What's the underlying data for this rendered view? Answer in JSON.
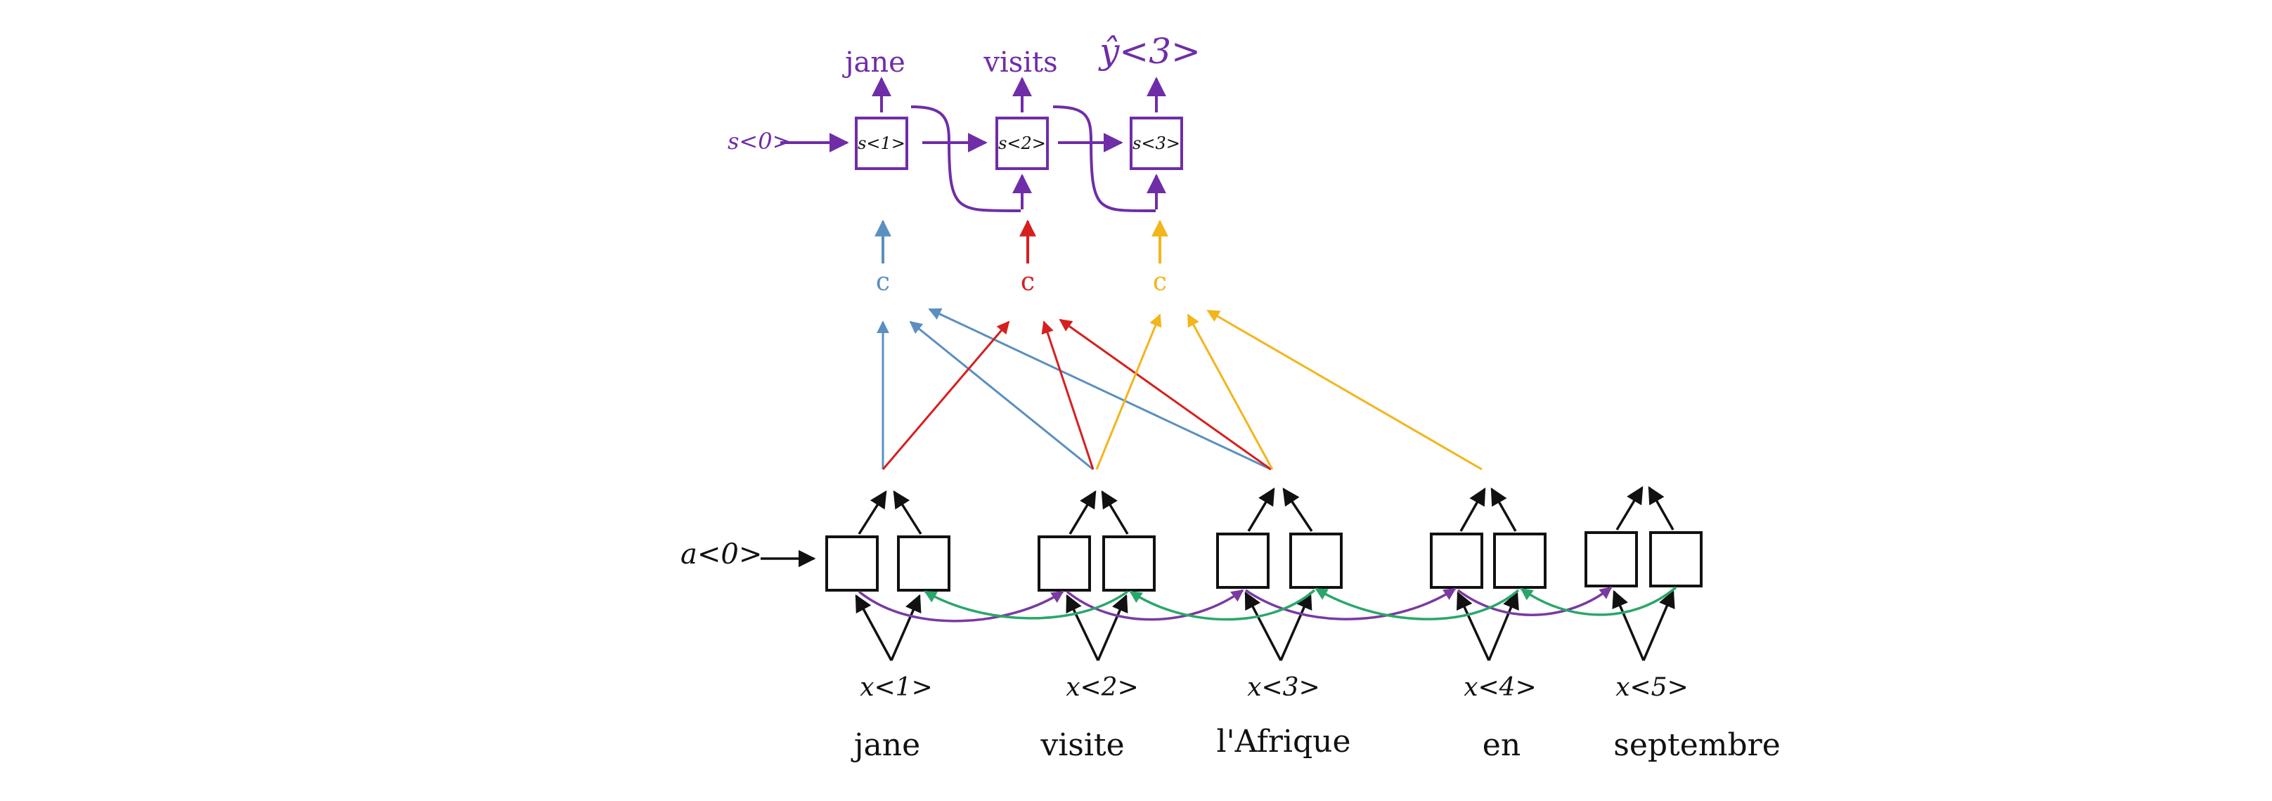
{
  "decoder": {
    "outputs": [
      "jane",
      "visits",
      "ŷ<3>"
    ],
    "initial_state": "s<0>",
    "states": [
      "s<1>",
      "s<2>",
      "s<3>"
    ],
    "contexts": [
      "c",
      "c",
      "c"
    ]
  },
  "encoder": {
    "initial_activation": "a<0>",
    "inputs": [
      "x<1>",
      "x<2>",
      "x<3>",
      "x<4>",
      "x<5>"
    ],
    "words": [
      "jane",
      "visite",
      "l'Afrique",
      "en",
      "septembre"
    ]
  },
  "colors": {
    "decoder": "#6f2da8",
    "context_1": "#5b8fc0",
    "context_2": "#d61f1f",
    "context_3": "#f2b51c",
    "forward_link": "#7a3aa0",
    "backward_link": "#2aa66a",
    "encoder": "#111111"
  }
}
